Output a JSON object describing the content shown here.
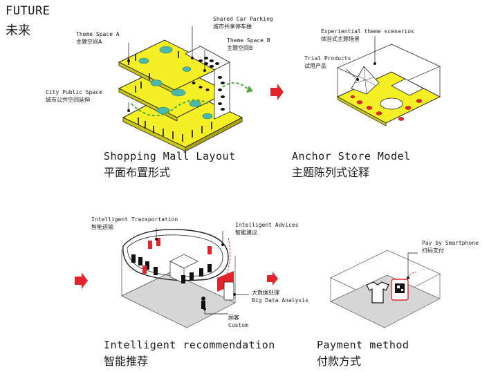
{
  "header": {
    "title_en": "FUTURE",
    "title_zh": "未来"
  },
  "colors": {
    "yellow": "#f5f025",
    "accent_red": "#e0262c",
    "teal": "#4bb8a9",
    "green_dash": "#4fa83a",
    "floor_gray": "#d6d6d6"
  },
  "panels": [
    {
      "title_en": "Shopping Mall Layout",
      "title_zh": "平面布置形式",
      "labels": [
        {
          "en": "Theme Space A",
          "zh": "主题空间A"
        },
        {
          "en": "Shared Car Parking",
          "zh": "城市共享停车楼"
        },
        {
          "en": "Theme Space B",
          "zh": "主题空间B"
        },
        {
          "en": "City Public Space",
          "zh": "城市公共空间延伸"
        }
      ]
    },
    {
      "title_en": "Anchor Store Model",
      "title_zh": "主题陈列式诠释",
      "labels": [
        {
          "en": "Experiential theme scenarios",
          "zh": "体验式主题场景"
        },
        {
          "en": "Trial Products",
          "zh": "试用产品"
        }
      ]
    },
    {
      "title_en": "Intelligent recommendation",
      "title_zh": "智能推荐",
      "labels": [
        {
          "en": "Intelligent Transportation",
          "zh": "智能运输"
        },
        {
          "en": "Intelligent Advices",
          "zh": "智能建议"
        },
        {
          "en": "Big Data Analysis",
          "zh": "大数据处理"
        },
        {
          "en": "Custom",
          "zh": "顾客"
        }
      ]
    },
    {
      "title_en": "Payment method",
      "title_zh": "付款方式",
      "labels": [
        {
          "en": "Pay by Smartphone",
          "zh": "扫码支付"
        }
      ]
    }
  ]
}
